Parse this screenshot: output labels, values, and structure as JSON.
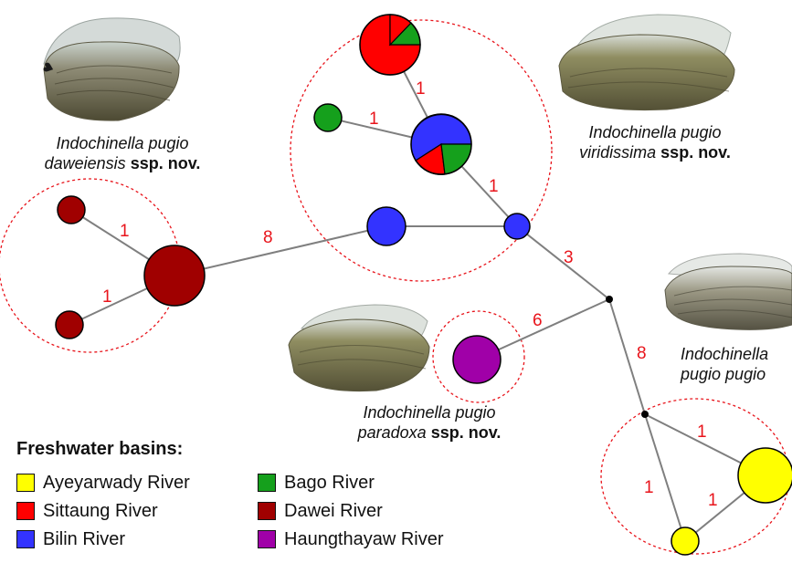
{
  "taxa": {
    "daweiensis": {
      "italic": "Indochinella pugio",
      "italic2": "daweiensis",
      "suffix": "ssp. nov."
    },
    "viridissima": {
      "italic": "Indochinella pugio",
      "italic2": "viridissima",
      "suffix": "ssp. nov."
    },
    "pugio": {
      "italic": "Indochinella",
      "italic2": "pugio pugio"
    },
    "paradoxa": {
      "italic": "Indochinella pugio",
      "italic2": "paradoxa",
      "suffix": "ssp. nov."
    }
  },
  "legend": {
    "title": "Freshwater basins:",
    "items": [
      {
        "label": "Ayeyarwady River",
        "color": "#ffff00"
      },
      {
        "label": "Sittaung River",
        "color": "#ff0000"
      },
      {
        "label": "Bilin River",
        "color": "#3333ff"
      },
      {
        "label": "Bago River",
        "color": "#15a01c"
      },
      {
        "label": "Dawei River",
        "color": "#a00000"
      },
      {
        "label": "Haungthayaw River",
        "color": "#a000a8"
      }
    ]
  },
  "step_labels": [
    "1",
    "1",
    "1",
    "1",
    "1",
    "8",
    "3",
    "6",
    "8",
    "1",
    "1",
    "1"
  ],
  "icons": [
    "shell-photo-daweiensis",
    "shell-photo-viridissima",
    "shell-photo-pugio",
    "shell-photo-paradoxa"
  ]
}
